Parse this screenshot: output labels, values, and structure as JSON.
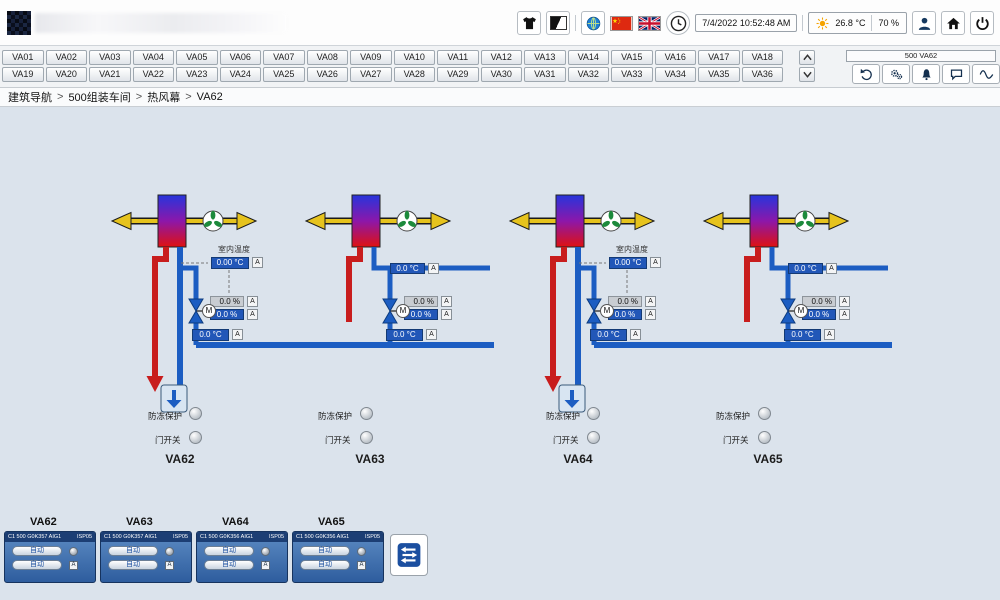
{
  "topbar": {
    "datetime": "7/4/2022 10:52:48 AM",
    "temperature": "26.8 °C",
    "humidity": "70 %"
  },
  "nav": {
    "row1": [
      "VA01",
      "VA02",
      "VA03",
      "VA04",
      "VA05",
      "VA06",
      "VA07",
      "VA08",
      "VA09",
      "VA10",
      "VA11",
      "VA12",
      "VA13",
      "VA14",
      "VA15",
      "VA16",
      "VA17",
      "VA18"
    ],
    "row2": [
      "VA19",
      "VA20",
      "VA21",
      "VA22",
      "VA23",
      "VA24",
      "VA25",
      "VA26",
      "VA27",
      "VA28",
      "VA29",
      "VA30",
      "VA31",
      "VA32",
      "VA33",
      "VA34",
      "VA35",
      "VA36"
    ],
    "current": "500 VA62"
  },
  "breadcrumb": {
    "separator": ">",
    "items": [
      "建筑导航",
      "500组装车间",
      "热风幕",
      "VA62"
    ]
  },
  "labels": {
    "auto_badge": "A",
    "motor": "M"
  },
  "units": [
    {
      "name": "VA62",
      "indoor_label": "室内温度",
      "indoor_value": "0.00 °C",
      "valve_feedback": "0.0 %",
      "valve_setpoint": "0.0 %",
      "water_temp": "0.0 °C",
      "freeze_label": "防冻保护",
      "door_label": "门开关"
    },
    {
      "name": "VA63",
      "line_value": "0.0 °C",
      "valve_feedback": "0.0 %",
      "valve_setpoint": "0.0 %",
      "water_temp": "0.0 °C",
      "freeze_label": "防冻保护",
      "door_label": "门开关"
    },
    {
      "name": "VA64",
      "indoor_label": "室内温度",
      "indoor_value": "0.00 °C",
      "valve_feedback": "0.0 %",
      "valve_setpoint": "0.0 %",
      "water_temp": "0.0 °C",
      "freeze_label": "防冻保护",
      "door_label": "门开关"
    },
    {
      "name": "VA65",
      "line_value": "0.0 °C",
      "valve_feedback": "0.0 %",
      "valve_setpoint": "0.0 %",
      "water_temp": "0.0 °C",
      "freeze_label": "防冻保护",
      "door_label": "门开关"
    }
  ],
  "panels": [
    {
      "name": "VA62",
      "device": "C1 500 G0K357 AIG1",
      "tag": "ISP05",
      "mode1": "自动",
      "mode2": "自动",
      "badge": "A"
    },
    {
      "name": "VA63",
      "device": "C1 500 G0K357 AIG1",
      "tag": "ISP05",
      "mode1": "自动",
      "mode2": "自动",
      "badge": "A"
    },
    {
      "name": "VA64",
      "device": "C1 500 G0K356 AIG1",
      "tag": "ISP05",
      "mode1": "自动",
      "mode2": "自动",
      "badge": "A"
    },
    {
      "name": "VA65",
      "device": "C1 500 G0K356 AIG1",
      "tag": "ISP05",
      "mode1": "自动",
      "mode2": "自动",
      "badge": "A"
    }
  ]
}
